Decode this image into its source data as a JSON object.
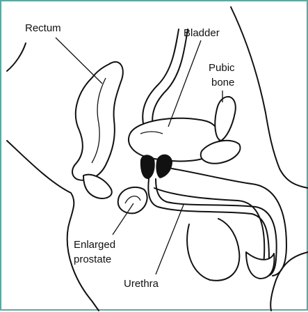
{
  "labels": {
    "rectum": "Rectum",
    "bladder": "Bladder",
    "pubic_bone_line1": "Pubic",
    "pubic_bone_line2": "bone",
    "enlarged_prostate_line1": "Enlarged",
    "enlarged_prostate_line2": "prostate",
    "urethra": "Urethra"
  },
  "colors": {
    "border": "#5fa7a0",
    "stroke": "#111111",
    "prostate_fill": "#111111",
    "background": "#ffffff"
  }
}
